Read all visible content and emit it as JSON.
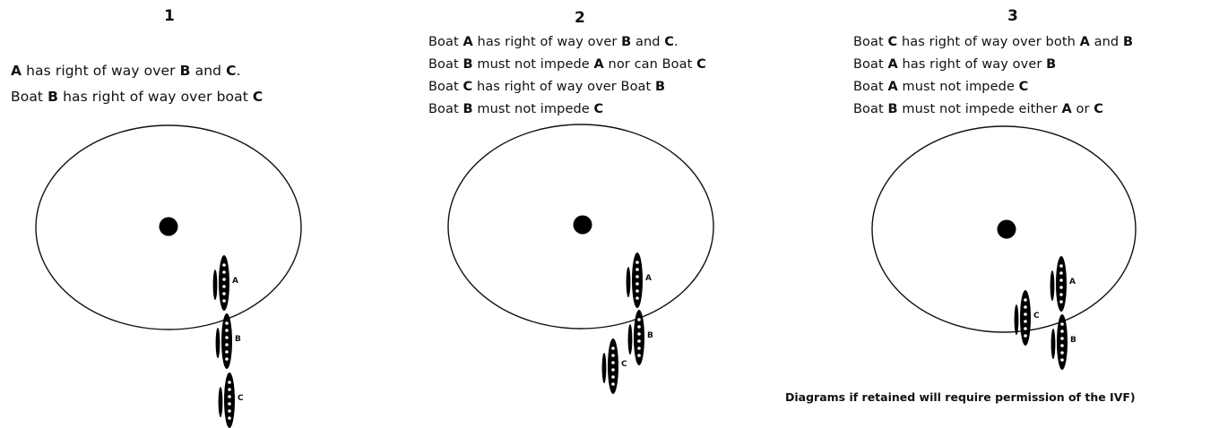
{
  "panels": [
    {
      "number": "1",
      "rules": [
        [
          {
            "t": "A",
            "b": true
          },
          {
            "t": " has right of way over ",
            "b": false
          },
          {
            "t": "B",
            "b": true
          },
          {
            "t": " and ",
            "b": false
          },
          {
            "t": "C",
            "b": true
          },
          {
            "t": ".",
            "b": false
          }
        ],
        [
          {
            "t": "Boat ",
            "b": false
          },
          {
            "t": "B",
            "b": true
          },
          {
            "t": " has right of way over boat ",
            "b": false
          },
          {
            "t": "C",
            "b": true
          }
        ]
      ],
      "boats": [
        {
          "label": "A"
        },
        {
          "label": "B"
        },
        {
          "label": "C"
        }
      ]
    },
    {
      "number": "2",
      "rules": [
        [
          {
            "t": "Boat ",
            "b": false
          },
          {
            "t": "A",
            "b": true
          },
          {
            "t": " has right of way over ",
            "b": false
          },
          {
            "t": "B",
            "b": true
          },
          {
            "t": " and ",
            "b": false
          },
          {
            "t": "C",
            "b": true
          },
          {
            "t": ".",
            "b": false
          }
        ],
        [
          {
            "t": "Boat ",
            "b": false
          },
          {
            "t": "B",
            "b": true
          },
          {
            "t": " must not impede ",
            "b": false
          },
          {
            "t": "A",
            "b": true
          },
          {
            "t": " nor can Boat ",
            "b": false
          },
          {
            "t": "C",
            "b": true
          }
        ],
        [
          {
            "t": "Boat ",
            "b": false
          },
          {
            "t": "C",
            "b": true
          },
          {
            "t": " has right of way over Boat ",
            "b": false
          },
          {
            "t": "B",
            "b": true
          }
        ],
        [
          {
            "t": "Boat ",
            "b": false
          },
          {
            "t": "B",
            "b": true
          },
          {
            "t": " must not impede ",
            "b": false
          },
          {
            "t": "C",
            "b": true
          }
        ]
      ],
      "boats": [
        {
          "label": "A"
        },
        {
          "label": "B"
        },
        {
          "label": "C"
        }
      ]
    },
    {
      "number": "3",
      "rules": [
        [
          {
            "t": "Boat ",
            "b": false
          },
          {
            "t": "C",
            "b": true
          },
          {
            "t": " has right of way over both ",
            "b": false
          },
          {
            "t": "A",
            "b": true
          },
          {
            "t": " and ",
            "b": false
          },
          {
            "t": "B",
            "b": true
          }
        ],
        [
          {
            "t": "Boat ",
            "b": false
          },
          {
            "t": "A",
            "b": true
          },
          {
            "t": " has right of way over ",
            "b": false
          },
          {
            "t": "B",
            "b": true
          }
        ],
        [
          {
            "t": "Boat ",
            "b": false
          },
          {
            "t": "A",
            "b": true
          },
          {
            "t": " must not impede ",
            "b": false
          },
          {
            "t": "C",
            "b": true
          }
        ],
        [
          {
            "t": "Boat ",
            "b": false
          },
          {
            "t": "B",
            "b": true
          },
          {
            "t": " must not impede either ",
            "b": false
          },
          {
            "t": "A",
            "b": true
          },
          {
            "t": " or ",
            "b": false
          },
          {
            "t": "C",
            "b": true
          }
        ]
      ],
      "boats": [
        {
          "label": "A"
        },
        {
          "label": "B"
        },
        {
          "label": "C"
        }
      ]
    }
  ],
  "footnote": "Diagrams if retained will require permission of the IVF)"
}
